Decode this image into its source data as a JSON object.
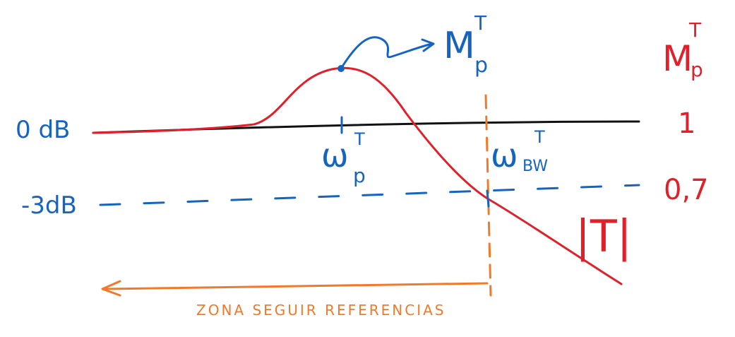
{
  "colors": {
    "blue": "#1565c0",
    "red": "#e0202a",
    "orange": "#f07a2a",
    "black": "#111111"
  },
  "labels": {
    "zero_db": "0 dB",
    "minus_3db": "-3dB",
    "omega": "ω",
    "sub_p": "p",
    "sub_bw": "BW",
    "sup_t": "T",
    "mp_M": "M",
    "one": "1",
    "zero_seven": "0,7",
    "abs_t": "|T|",
    "zona": "ZONA SEGUIR REFERENCIAS"
  }
}
